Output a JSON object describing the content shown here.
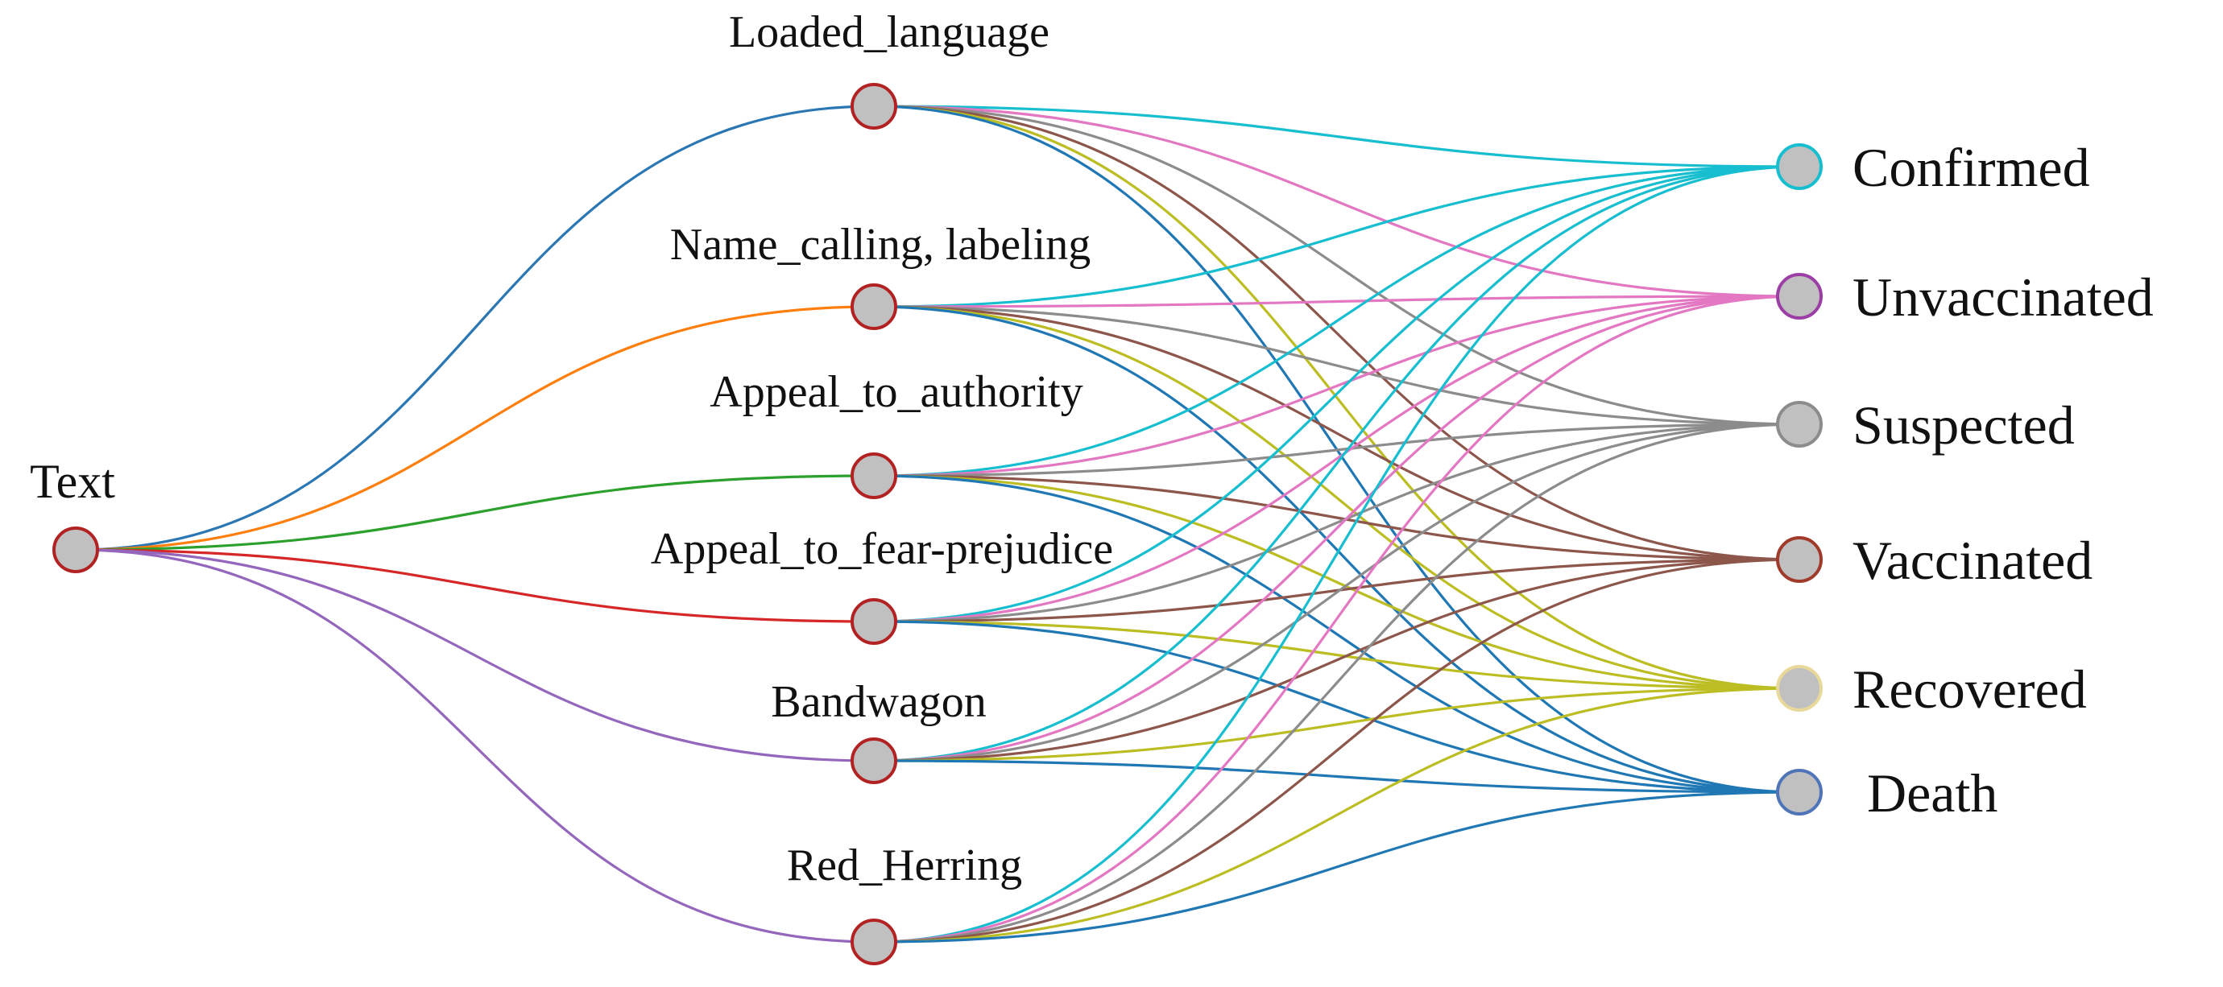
{
  "diagram": {
    "source": {
      "label": "Text",
      "stroke": "#b22222"
    },
    "middle": [
      {
        "label": "Loaded_language",
        "source_edge_color": "#2a77b4"
      },
      {
        "label": "Name_calling, labeling",
        "source_edge_color": "#ff7f0e"
      },
      {
        "label": "Appeal_to_authority",
        "source_edge_color": "#2ca02c"
      },
      {
        "label": "Appeal_to_fear-prejudice",
        "source_edge_color": "#d62728"
      },
      {
        "label": "Bandwagon",
        "source_edge_color": "#9467bd"
      },
      {
        "label": "Red_Herring",
        "source_edge_color": "#9467bd"
      }
    ],
    "middle_node_stroke": "#b22222",
    "targets": [
      {
        "label": "Confirmed",
        "color": "#17becf"
      },
      {
        "label": "Unvaccinated",
        "color": "#e377c2"
      },
      {
        "label": "Suspected",
        "color": "#8c8c8c"
      },
      {
        "label": "Vaccinated",
        "color": "#8c564b"
      },
      {
        "label": "Recovered",
        "color": "#bcbd22"
      },
      {
        "label": "Death",
        "color": "#1f77b4"
      }
    ],
    "target_node_strokes": [
      "#17becf",
      "#9b3fa6",
      "#8c8c8c",
      "#a03a2a",
      "#e8d89a",
      "#4f74b8"
    ],
    "node_fill": "#c0c0c0"
  }
}
